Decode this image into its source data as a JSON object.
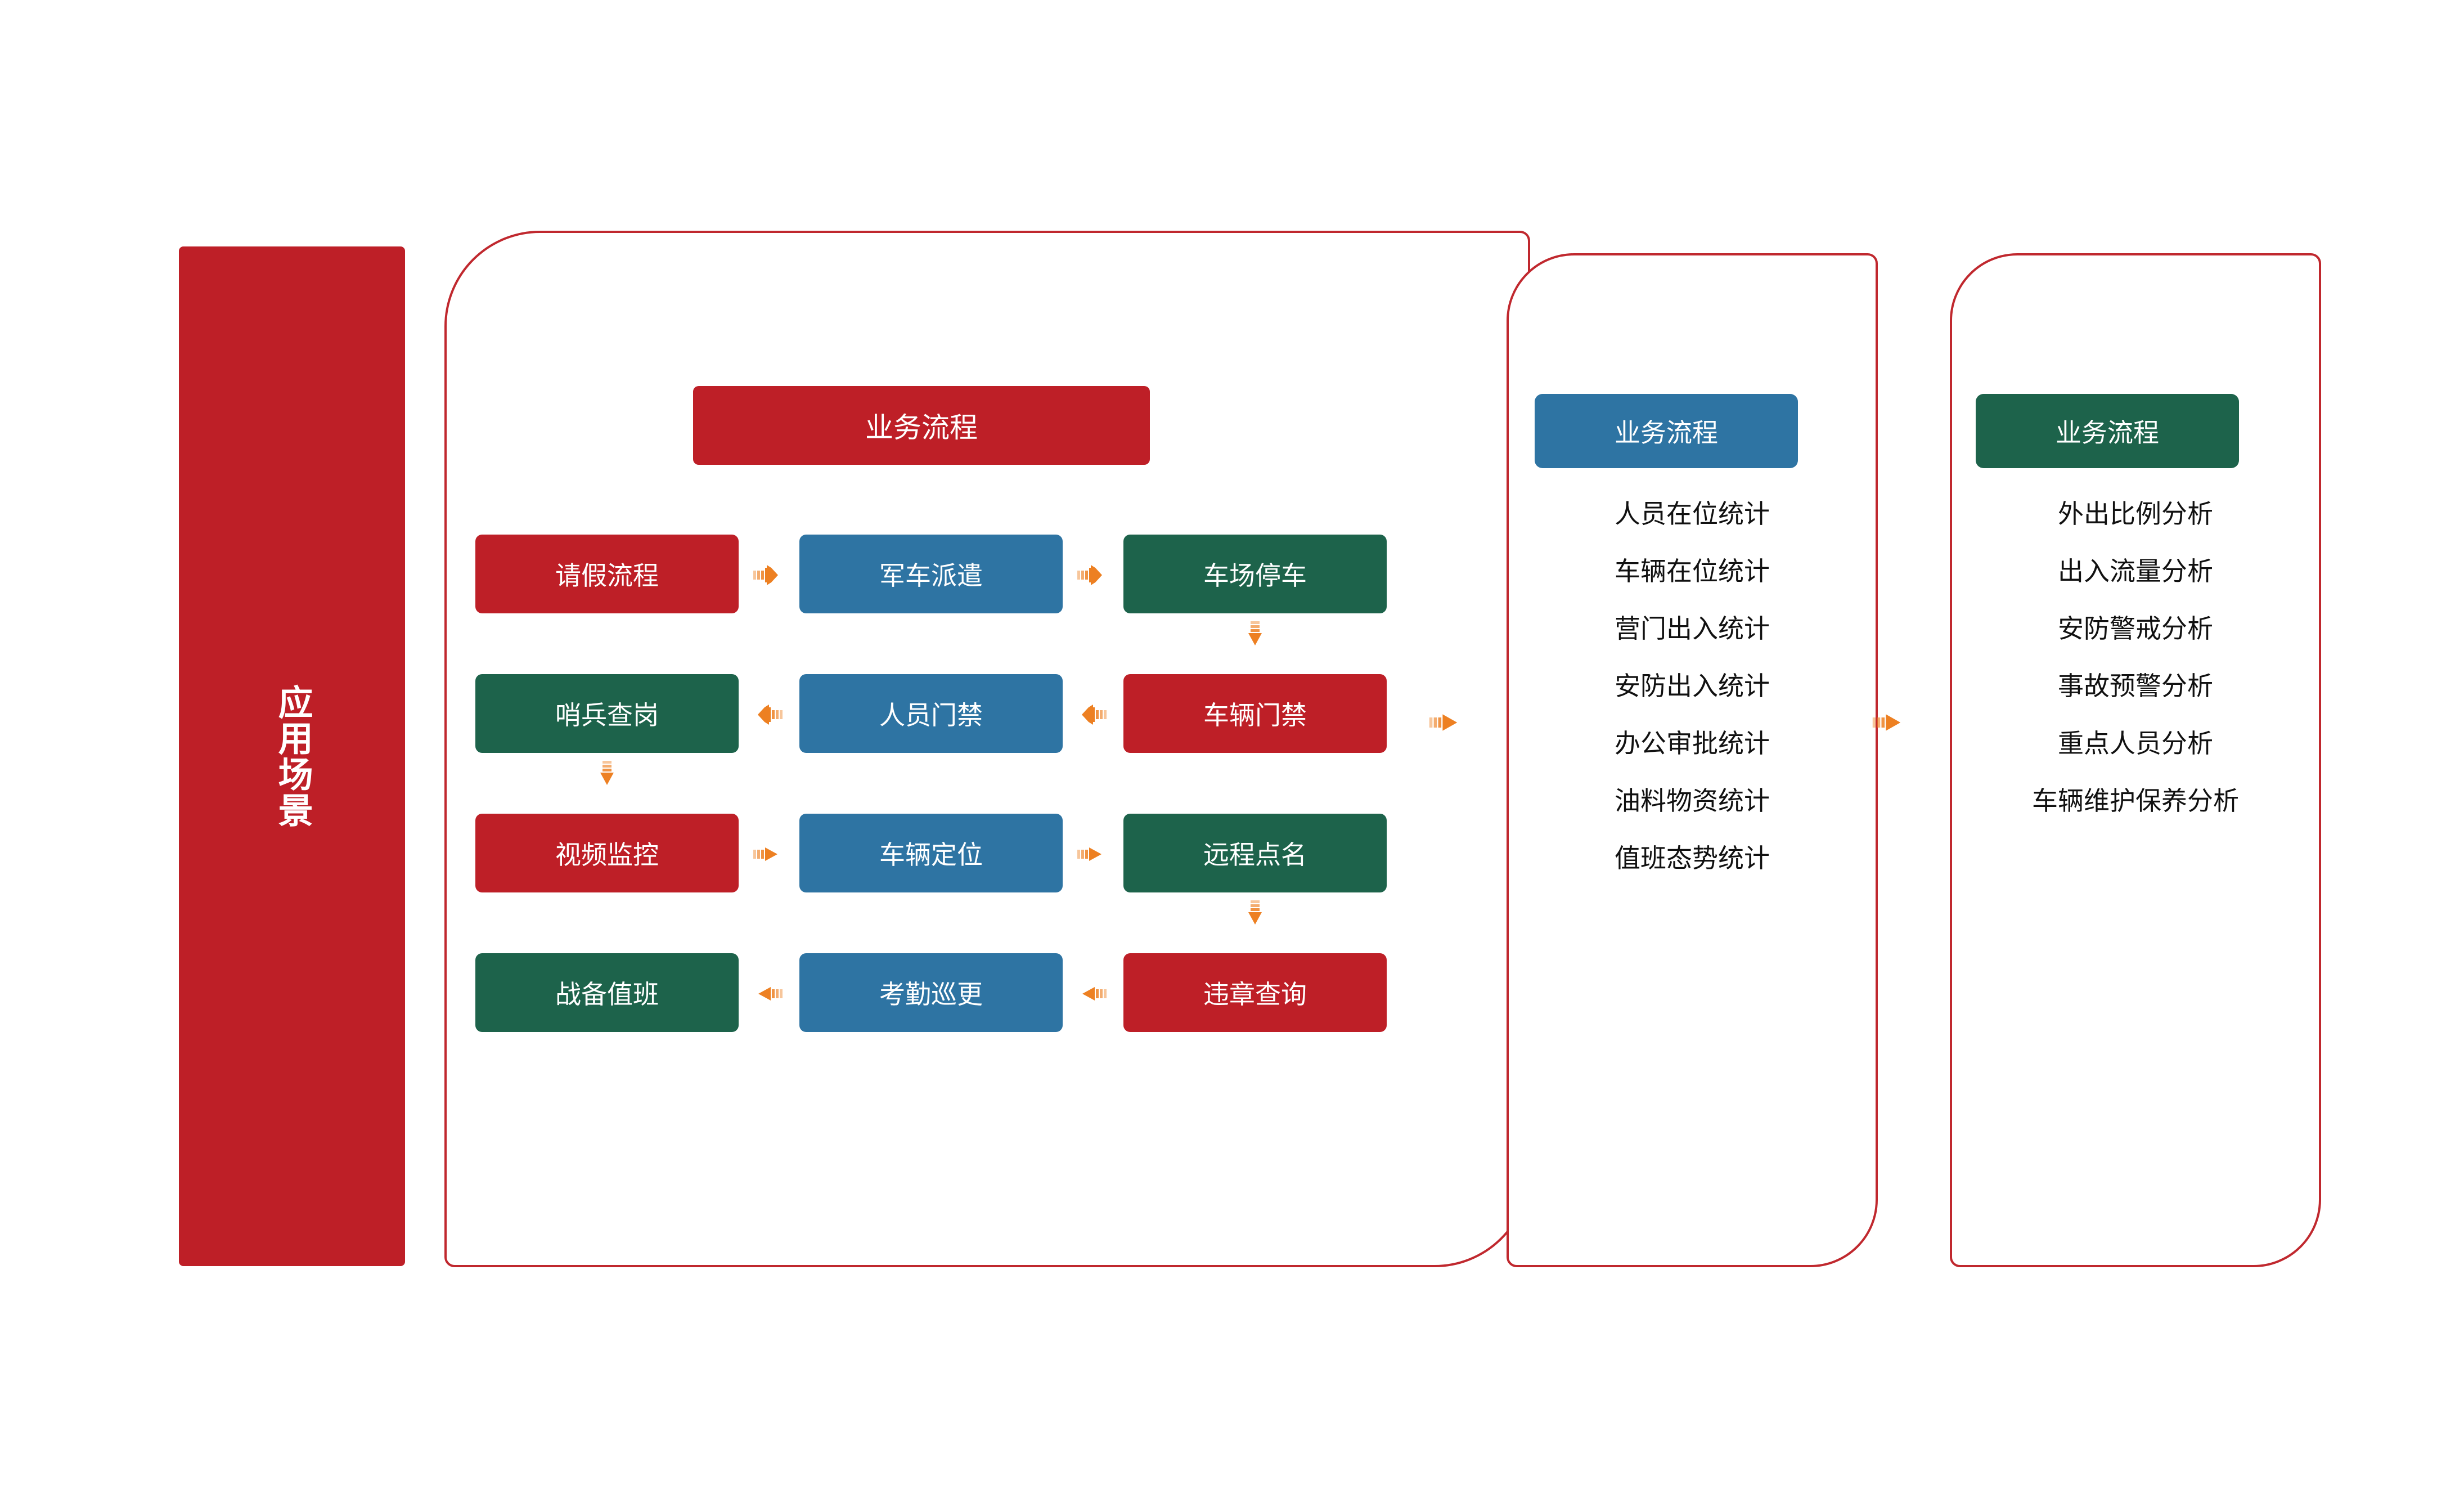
{
  "banner": {
    "label": "应用场景"
  },
  "colors": {
    "red": "#BE1F27",
    "blue": "#2E74A3",
    "green": "#1D634B",
    "orange": "#ED8022",
    "panel_border": "#C0282E",
    "text_light": "#FFFFFF",
    "text_dark": "#111111"
  },
  "panels": [
    {
      "header": "业务流程",
      "header_color": "#BE1F27",
      "flow_rows": [
        [
          {
            "label": "请假流程",
            "color": "red"
          },
          {
            "label": "军车派遣",
            "color": "blue"
          },
          {
            "label": "车场停车",
            "color": "green"
          }
        ],
        [
          {
            "label": "哨兵查岗",
            "color": "green"
          },
          {
            "label": "人员门禁",
            "color": "blue"
          },
          {
            "label": "车辆门禁",
            "color": "red"
          }
        ],
        [
          {
            "label": "视频监控",
            "color": "red"
          },
          {
            "label": "车辆定位",
            "color": "blue"
          },
          {
            "label": "远程点名",
            "color": "green"
          }
        ],
        [
          {
            "label": "战备值班",
            "color": "green"
          },
          {
            "label": "考勤巡更",
            "color": "blue"
          },
          {
            "label": "违章查询",
            "color": "red"
          }
        ]
      ]
    },
    {
      "header": "业务流程",
      "header_color": "#2E74A3",
      "items": [
        "人员在位统计",
        "车辆在位统计",
        "营门出入统计",
        "安防出入统计",
        "办公审批统计",
        "油料物资统计",
        "值班态势统计"
      ]
    },
    {
      "header": "业务流程",
      "header_color": "#1D634B",
      "items": [
        "外出比例分析",
        "出入流量分析",
        "安防警戒分析",
        "事故预警分析",
        "重点人员分析",
        "车辆维护保养分析"
      ]
    }
  ],
  "arrows": {
    "right_icon": "arrow-right-icon",
    "left_icon": "arrow-left-icon",
    "down_icon": "arrow-down-icon"
  }
}
